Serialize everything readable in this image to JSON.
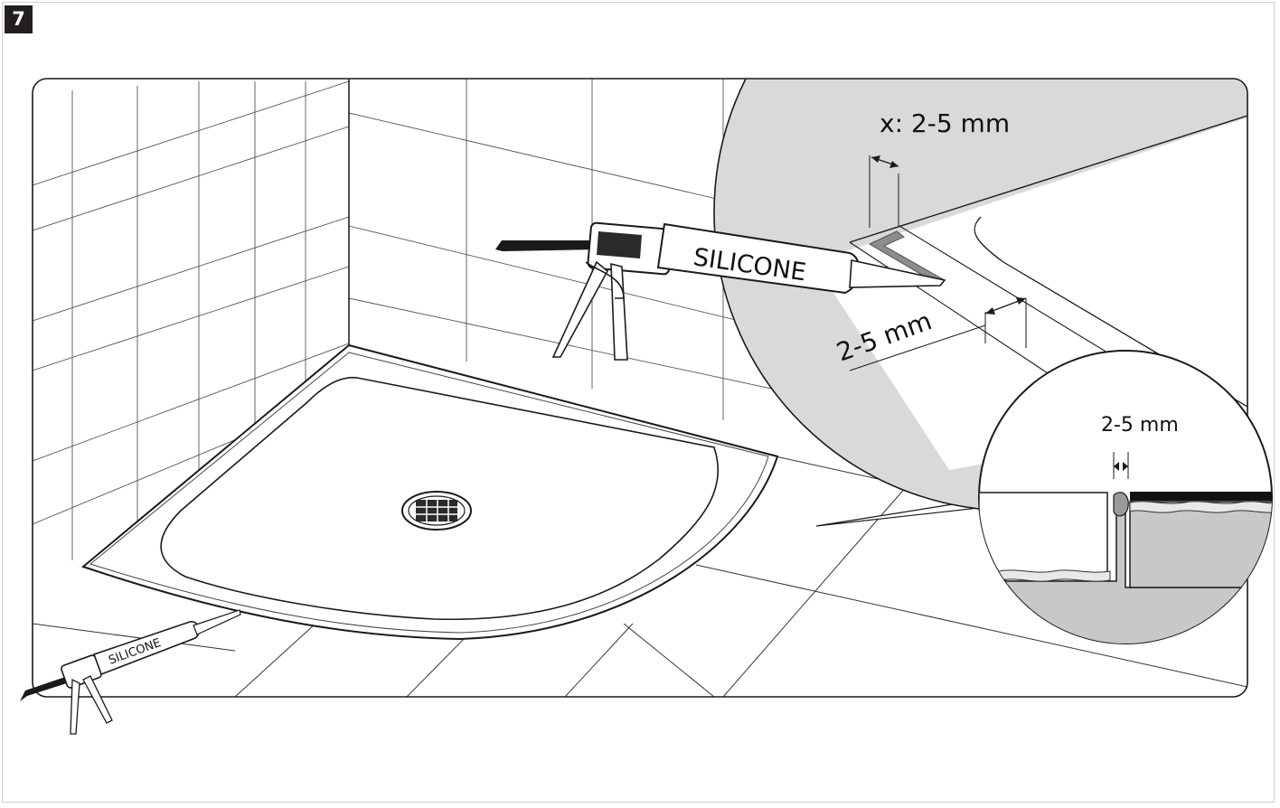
{
  "step": {
    "number": "7"
  },
  "labels": {
    "gun_main": "SILICONE",
    "gun_small": "SILICONE",
    "gap_wall": "x: 2-5 mm",
    "gap_floor": "2-5 mm",
    "gap_detail": "2-5 mm"
  },
  "colors": {
    "line": "#1a1a1a",
    "zoom_fill": "#d9d9d9",
    "badge": "#231f20"
  }
}
